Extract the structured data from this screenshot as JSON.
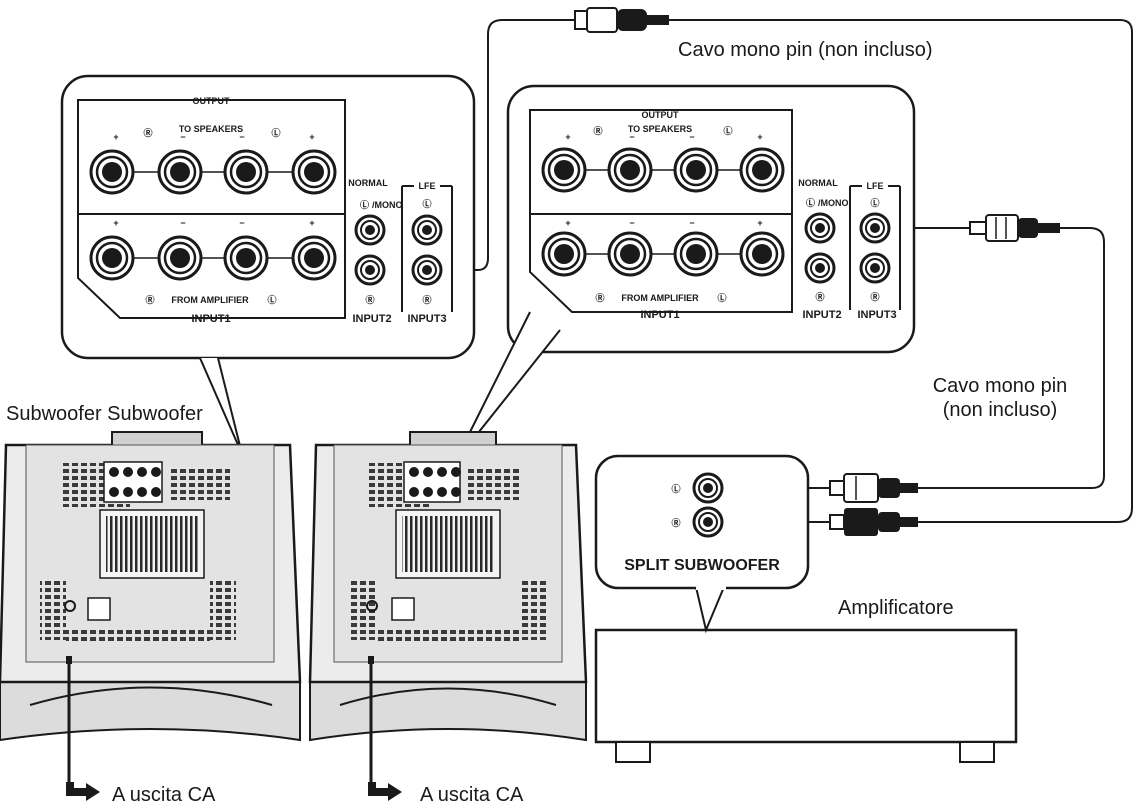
{
  "labels": {
    "cable_top": "Cavo mono pin (non incluso)",
    "cable_right_line1": "Cavo mono pin",
    "cable_right_line2": "(non incluso)",
    "subwoofer_caption": "Subwoofer Subwoofer",
    "ac_outlet_1": "A uscita CA",
    "ac_outlet_2": "A uscita CA",
    "amplifier": "Amplificatore",
    "split_subwoofer": "SPLIT SUBWOOFER"
  },
  "panel": {
    "output": "OUTPUT",
    "to_speakers": "TO SPEAKERS",
    "from_amplifier": "FROM AMPLIFIER",
    "input1": "INPUT1",
    "input2": "INPUT2",
    "input3": "INPUT3",
    "normal": "NORMAL",
    "lfe": "LFE",
    "mono": "/MONO",
    "plus": "+",
    "minus": "−",
    "r_mark": "Ⓡ",
    "l_mark": "Ⓛ"
  }
}
